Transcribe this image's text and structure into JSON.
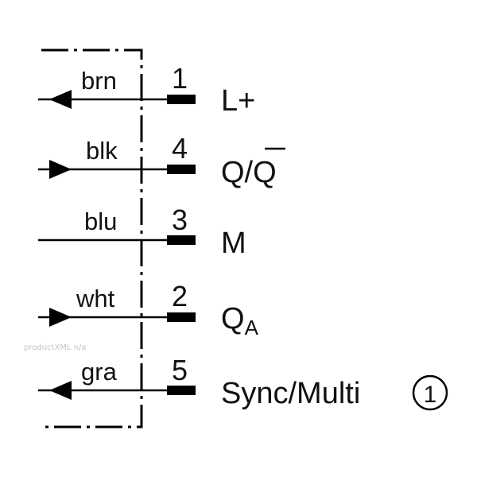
{
  "watermark": "productXML n/a",
  "rows": [
    {
      "color": "brn",
      "pin": "1",
      "signal": "L+",
      "arrow": "left"
    },
    {
      "color": "blk",
      "pin": "4",
      "signal": "Q/Q",
      "overline": "Q",
      "arrow": "right"
    },
    {
      "color": "blu",
      "pin": "3",
      "signal": "M",
      "arrow": "none"
    },
    {
      "color": "wht",
      "pin": "2",
      "signal": "Q",
      "subscript": "A",
      "arrow": "right"
    },
    {
      "color": "gra",
      "pin": "5",
      "signal": "Sync/Multi",
      "marker": "1",
      "arrow": "left"
    }
  ]
}
